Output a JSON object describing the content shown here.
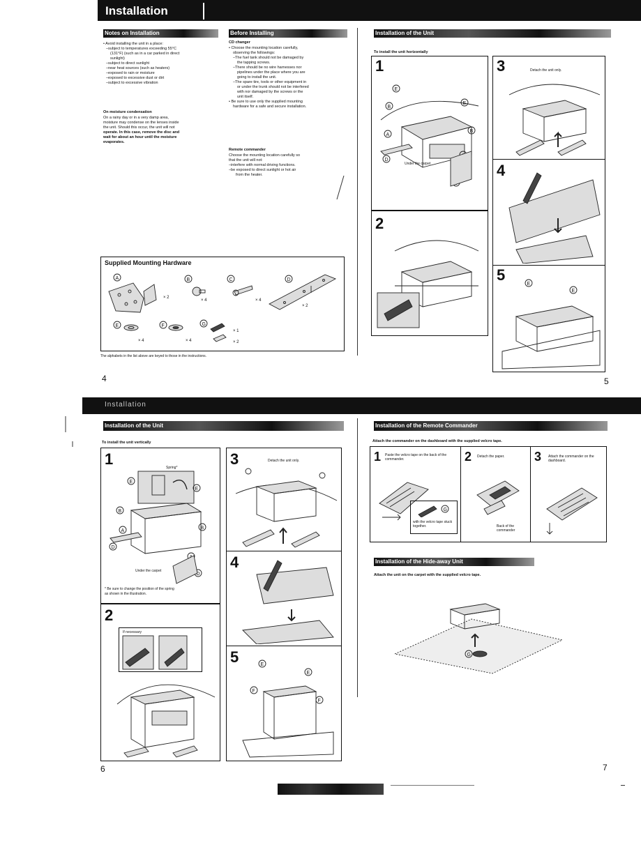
{
  "top": {
    "banner_title": "Installation",
    "left": {
      "notes_heading": "Notes on Installation",
      "notes_lines": [
        "• Avoid installing the unit in a place:",
        "–subject to temperatures exceeding 55°C",
        "(131°F) (such as in a car parked in direct",
        "sunlight)",
        "–subject to direct sunlight",
        "–near heat sources (such as heaters)",
        "–exposed to rain or moisture",
        "–exposed to excessive dust or dirt",
        "–subject to excessive vibration"
      ],
      "moisture_heading": "On moisture condensation",
      "moisture_lines": [
        "On a rainy day or in a very damp area,",
        "moisture may condense on the lenses inside",
        "the unit. Should this occur, the unit will not",
        "operate. In this case, remove the disc and",
        "wait for about an hour until the moisture",
        "evaporates."
      ]
    },
    "middle": {
      "heading": "Before Installing",
      "cd_heading": "CD changer",
      "cd_lines": [
        "• Choose the mounting location carefully,",
        "observing the followings:",
        "–The fuel tank should not be damaged by",
        "the tapping screws.",
        "–There should be no wire harnesses nor",
        "pipelines under the place where you are",
        "going to install the unit.",
        "–The spare tire, tools or other equipment in",
        "or under the trunk should not be interfered",
        "with nor damaged by the screws or the",
        "unit itself.",
        "• Be sure to use only the supplied mounting",
        "hardware for a safe and secure installation."
      ],
      "remote_heading": "Remote commander",
      "remote_lines": [
        "Choose the mounting location carefully so",
        "that the unit will not:",
        "–interfere with normal driving functions.",
        "–be exposed to direct sunlight or hot air",
        "from the heater."
      ]
    },
    "hardware": {
      "heading": "Supplied Mounting Hardware",
      "items": [
        {
          "letter": "A",
          "qty": "× 2"
        },
        {
          "letter": "B",
          "qty": "× 4"
        },
        {
          "letter": "C",
          "qty": "× 4"
        },
        {
          "letter": "D",
          "qty": "× 2"
        },
        {
          "letter": "E",
          "qty": "× 4"
        },
        {
          "letter": "F",
          "qty": "× 4"
        },
        {
          "letter": "G",
          "qty": "× 1"
        },
        {
          "letter": "",
          "qty": "× 2"
        }
      ],
      "note": "The alphabets in the list above are keyed to those in the instructions."
    },
    "horizontal": {
      "heading": "Installation of the Unit",
      "subheading": "To install the unit horizontally",
      "step1": "1",
      "step1_caption": "Under the carpet",
      "step2": "2",
      "step3": "3",
      "step3_caption": "Detach the unit only.",
      "step4": "4",
      "step5": "5"
    },
    "page_left": "4",
    "page_right": "5"
  },
  "bottom": {
    "banner_title": "Installation",
    "vertical": {
      "heading": "Installation of the Unit",
      "subheading": "To install the unit vertically",
      "step1": "1",
      "spring_label": "Spring*",
      "under_carpet": "Under the carpet",
      "spring_note_1": "* Be sure to change the position of the spring",
      "spring_note_2": "as shown in the illustration.",
      "step2": "2",
      "if_necessary": "If necessary",
      "step3": "3",
      "step3_caption": "Detach the unit only.",
      "step4": "4",
      "step5": "5"
    },
    "remote": {
      "heading": "Installation of the Remote Commander",
      "subheading": "Attach the commander on the dashboard with the supplied velcro tape.",
      "step1": "1",
      "step1_text": "Paste the velcro tape on the back of the commander.",
      "velcro_note": "with the velcro tape stuck together.",
      "step2": "2",
      "step2_text": "Detach the paper.",
      "back_label": "Back of the commander",
      "step3": "3",
      "step3_text": "Attach the commander on the dashboard."
    },
    "hideaway": {
      "heading": "Installation of the Hide-away Unit",
      "subheading": "Attach the unit on the carpet with the supplied velcro tape."
    },
    "page_left": "6",
    "page_right": "7"
  }
}
